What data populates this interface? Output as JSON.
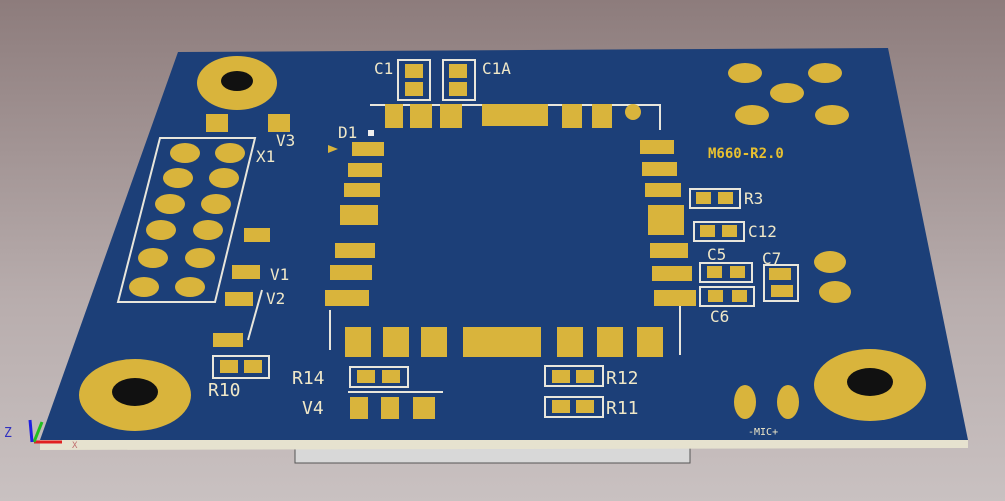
{
  "board": {
    "name": "M660-R2.0",
    "colors": {
      "soldermask": "#1c3f78",
      "pad": "#d9b43c",
      "silkscreen": "#f0e8c8",
      "background": "#a89a9a"
    },
    "designators": {
      "c1": "C1",
      "c1a": "C1A",
      "d1": "D1",
      "v3": "V3",
      "x1": "X1",
      "v1": "V1",
      "v2": "V2",
      "r3": "R3",
      "c12": "C12",
      "c5": "C5",
      "c7": "C7",
      "c6": "C6",
      "r14": "R14",
      "r12": "R12",
      "v4": "V4",
      "r11": "R11",
      "r10": "R10",
      "mic": "-MIC+"
    }
  },
  "axes": {
    "z": "Z",
    "x": "X"
  }
}
